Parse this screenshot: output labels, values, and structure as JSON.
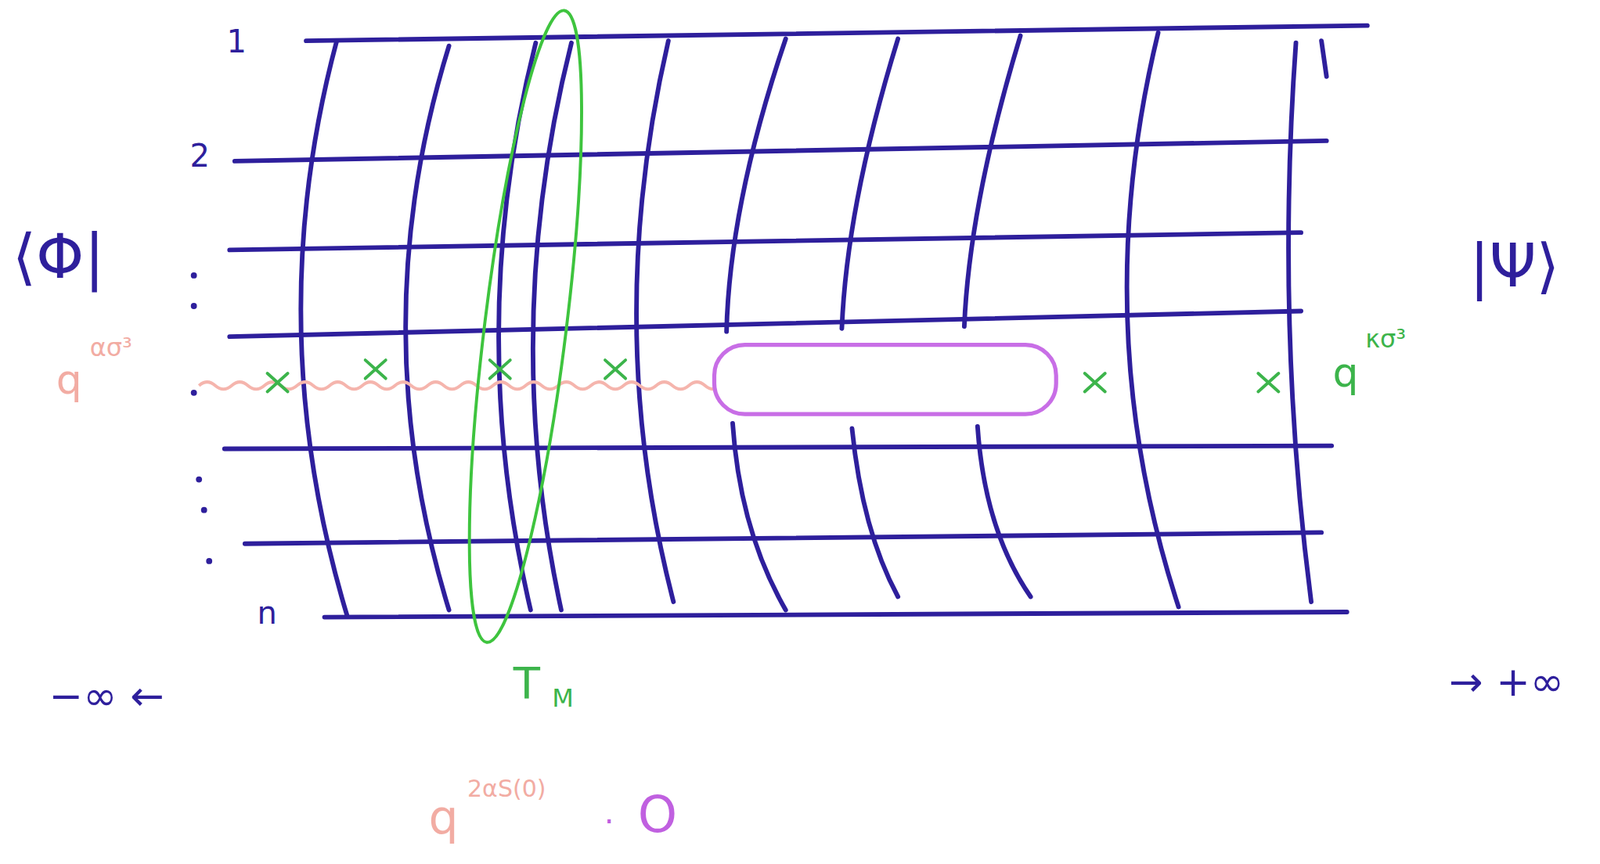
{
  "diagram": {
    "labels": [
      "1",
      "2",
      "n",
      "⟨Φ|",
      "|Ψ⟩",
      "q",
      "ασ³",
      "q",
      "κσ³",
      "T",
      "M",
      "−∞ ←",
      "→ +∞",
      "q",
      "2αS(0)",
      "·",
      "O"
    ]
  }
}
